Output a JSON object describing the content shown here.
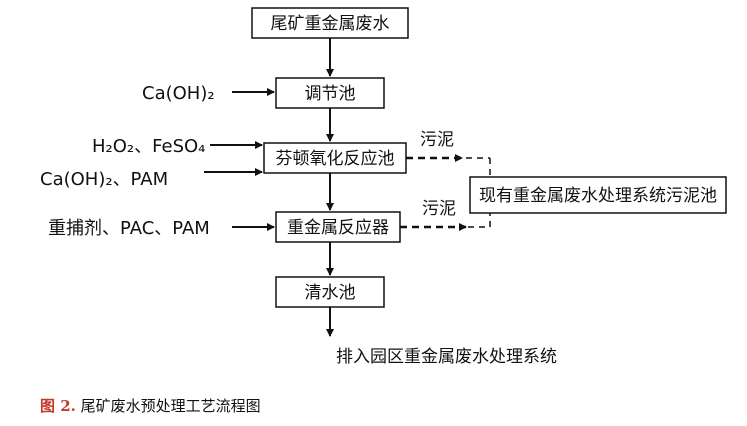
{
  "diagram": {
    "nodes": {
      "source": "尾矿重金属废水",
      "adjust_pool": "调节池",
      "fenton_reactor": "芬顿氧化反应池",
      "heavy_metal_reactor": "重金属反应器",
      "clear_pool": "清水池",
      "sludge_pool": "现有重金属废水处理系统污泥池"
    },
    "inputs": {
      "to_adjust": "Ca(OH)₂",
      "to_fenton_1": "H₂O₂、FeSO₄",
      "to_fenton_2": "Ca(OH)₂、PAM",
      "to_reactor": "重捕剂、PAC、PAM"
    },
    "edge_labels": {
      "sludge_1": "污泥",
      "sludge_2": "污泥"
    },
    "output": "排入园区重金属废水处理系统"
  },
  "caption": {
    "prefix": "图 2.",
    "text": "尾矿废水预处理工艺流程图"
  }
}
